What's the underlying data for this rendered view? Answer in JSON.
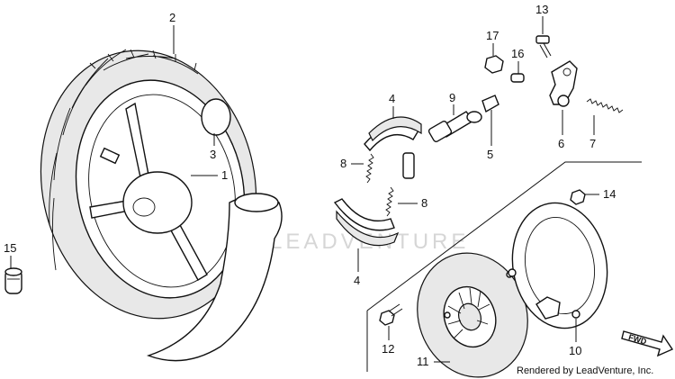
{
  "diagram": {
    "watermark": "LEADVENTURE",
    "credit": "Rendered by LeadVenture, Inc.",
    "forward_marker": "FWD",
    "callouts": [
      {
        "id": "callout-1",
        "text": "1"
      },
      {
        "id": "callout-2",
        "text": "2"
      },
      {
        "id": "callout-3",
        "text": "3"
      },
      {
        "id": "callout-4a",
        "text": "4"
      },
      {
        "id": "callout-4b",
        "text": "4"
      },
      {
        "id": "callout-5",
        "text": "5"
      },
      {
        "id": "callout-6",
        "text": "6"
      },
      {
        "id": "callout-7",
        "text": "7"
      },
      {
        "id": "callout-8a",
        "text": "8"
      },
      {
        "id": "callout-8b",
        "text": "8"
      },
      {
        "id": "callout-9",
        "text": "9"
      },
      {
        "id": "callout-10",
        "text": "10"
      },
      {
        "id": "callout-11",
        "text": "11"
      },
      {
        "id": "callout-12",
        "text": "12"
      },
      {
        "id": "callout-13",
        "text": "13"
      },
      {
        "id": "callout-14",
        "text": "14"
      },
      {
        "id": "callout-15",
        "text": "15"
      },
      {
        "id": "callout-16",
        "text": "16"
      },
      {
        "id": "callout-17",
        "text": "17"
      }
    ]
  }
}
